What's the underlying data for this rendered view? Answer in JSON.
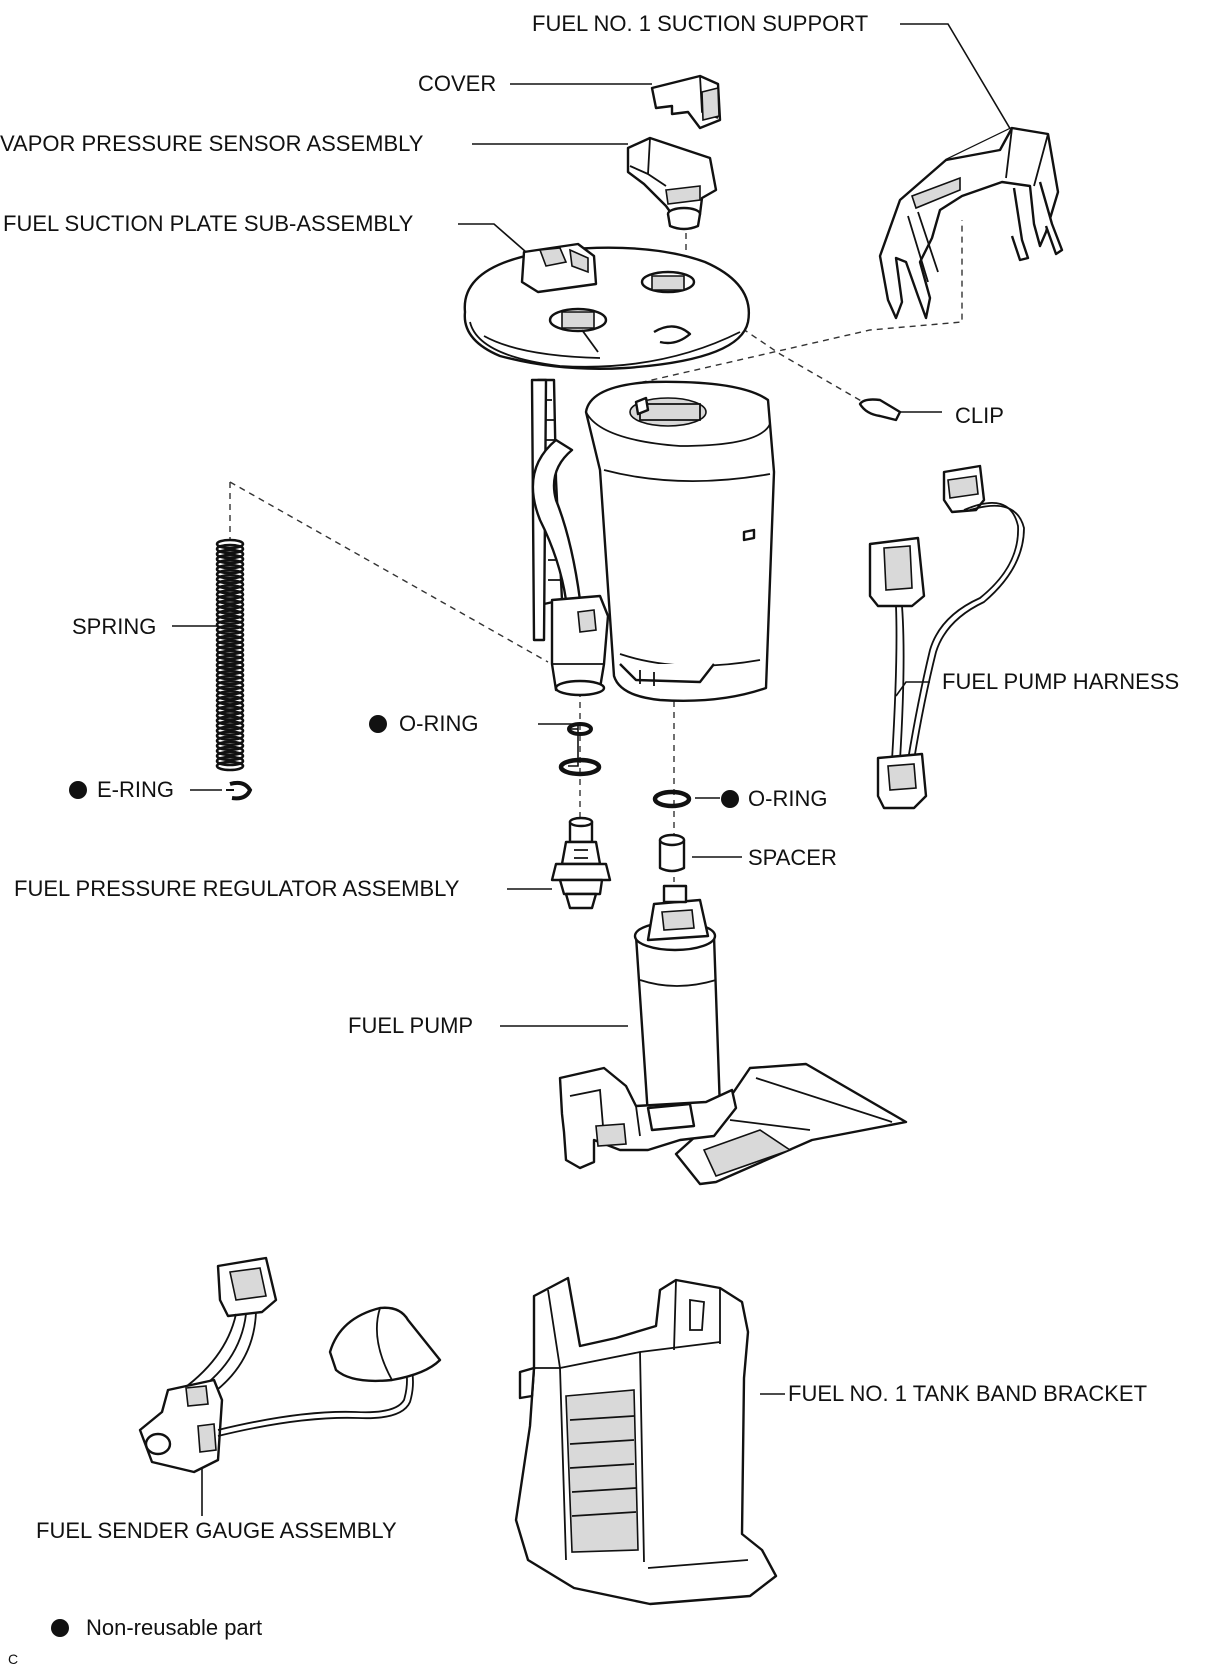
{
  "labels": {
    "fuel_suction_support": "FUEL NO. 1 SUCTION SUPPORT",
    "cover": "COVER",
    "vapor_sensor": "VAPOR PRESSURE SENSOR ASSEMBLY",
    "suction_plate": "FUEL SUCTION PLATE SUB-ASSEMBLY",
    "clip": "CLIP",
    "spring": "SPRING",
    "fuel_pump_harness": "FUEL PUMP HARNESS",
    "o_ring_left": "O-RING",
    "e_ring": "E-RING",
    "o_ring_right": "O-RING",
    "spacer": "SPACER",
    "pressure_regulator": "FUEL PRESSURE REGULATOR ASSEMBLY",
    "fuel_pump": "FUEL PUMP",
    "tank_band_bracket": "FUEL NO. 1 TANK BAND BRACKET",
    "sender_gauge": "FUEL SENDER GAUGE ASSEMBLY"
  },
  "legend": {
    "text": "Non-reusable part"
  },
  "figure_code": "C"
}
